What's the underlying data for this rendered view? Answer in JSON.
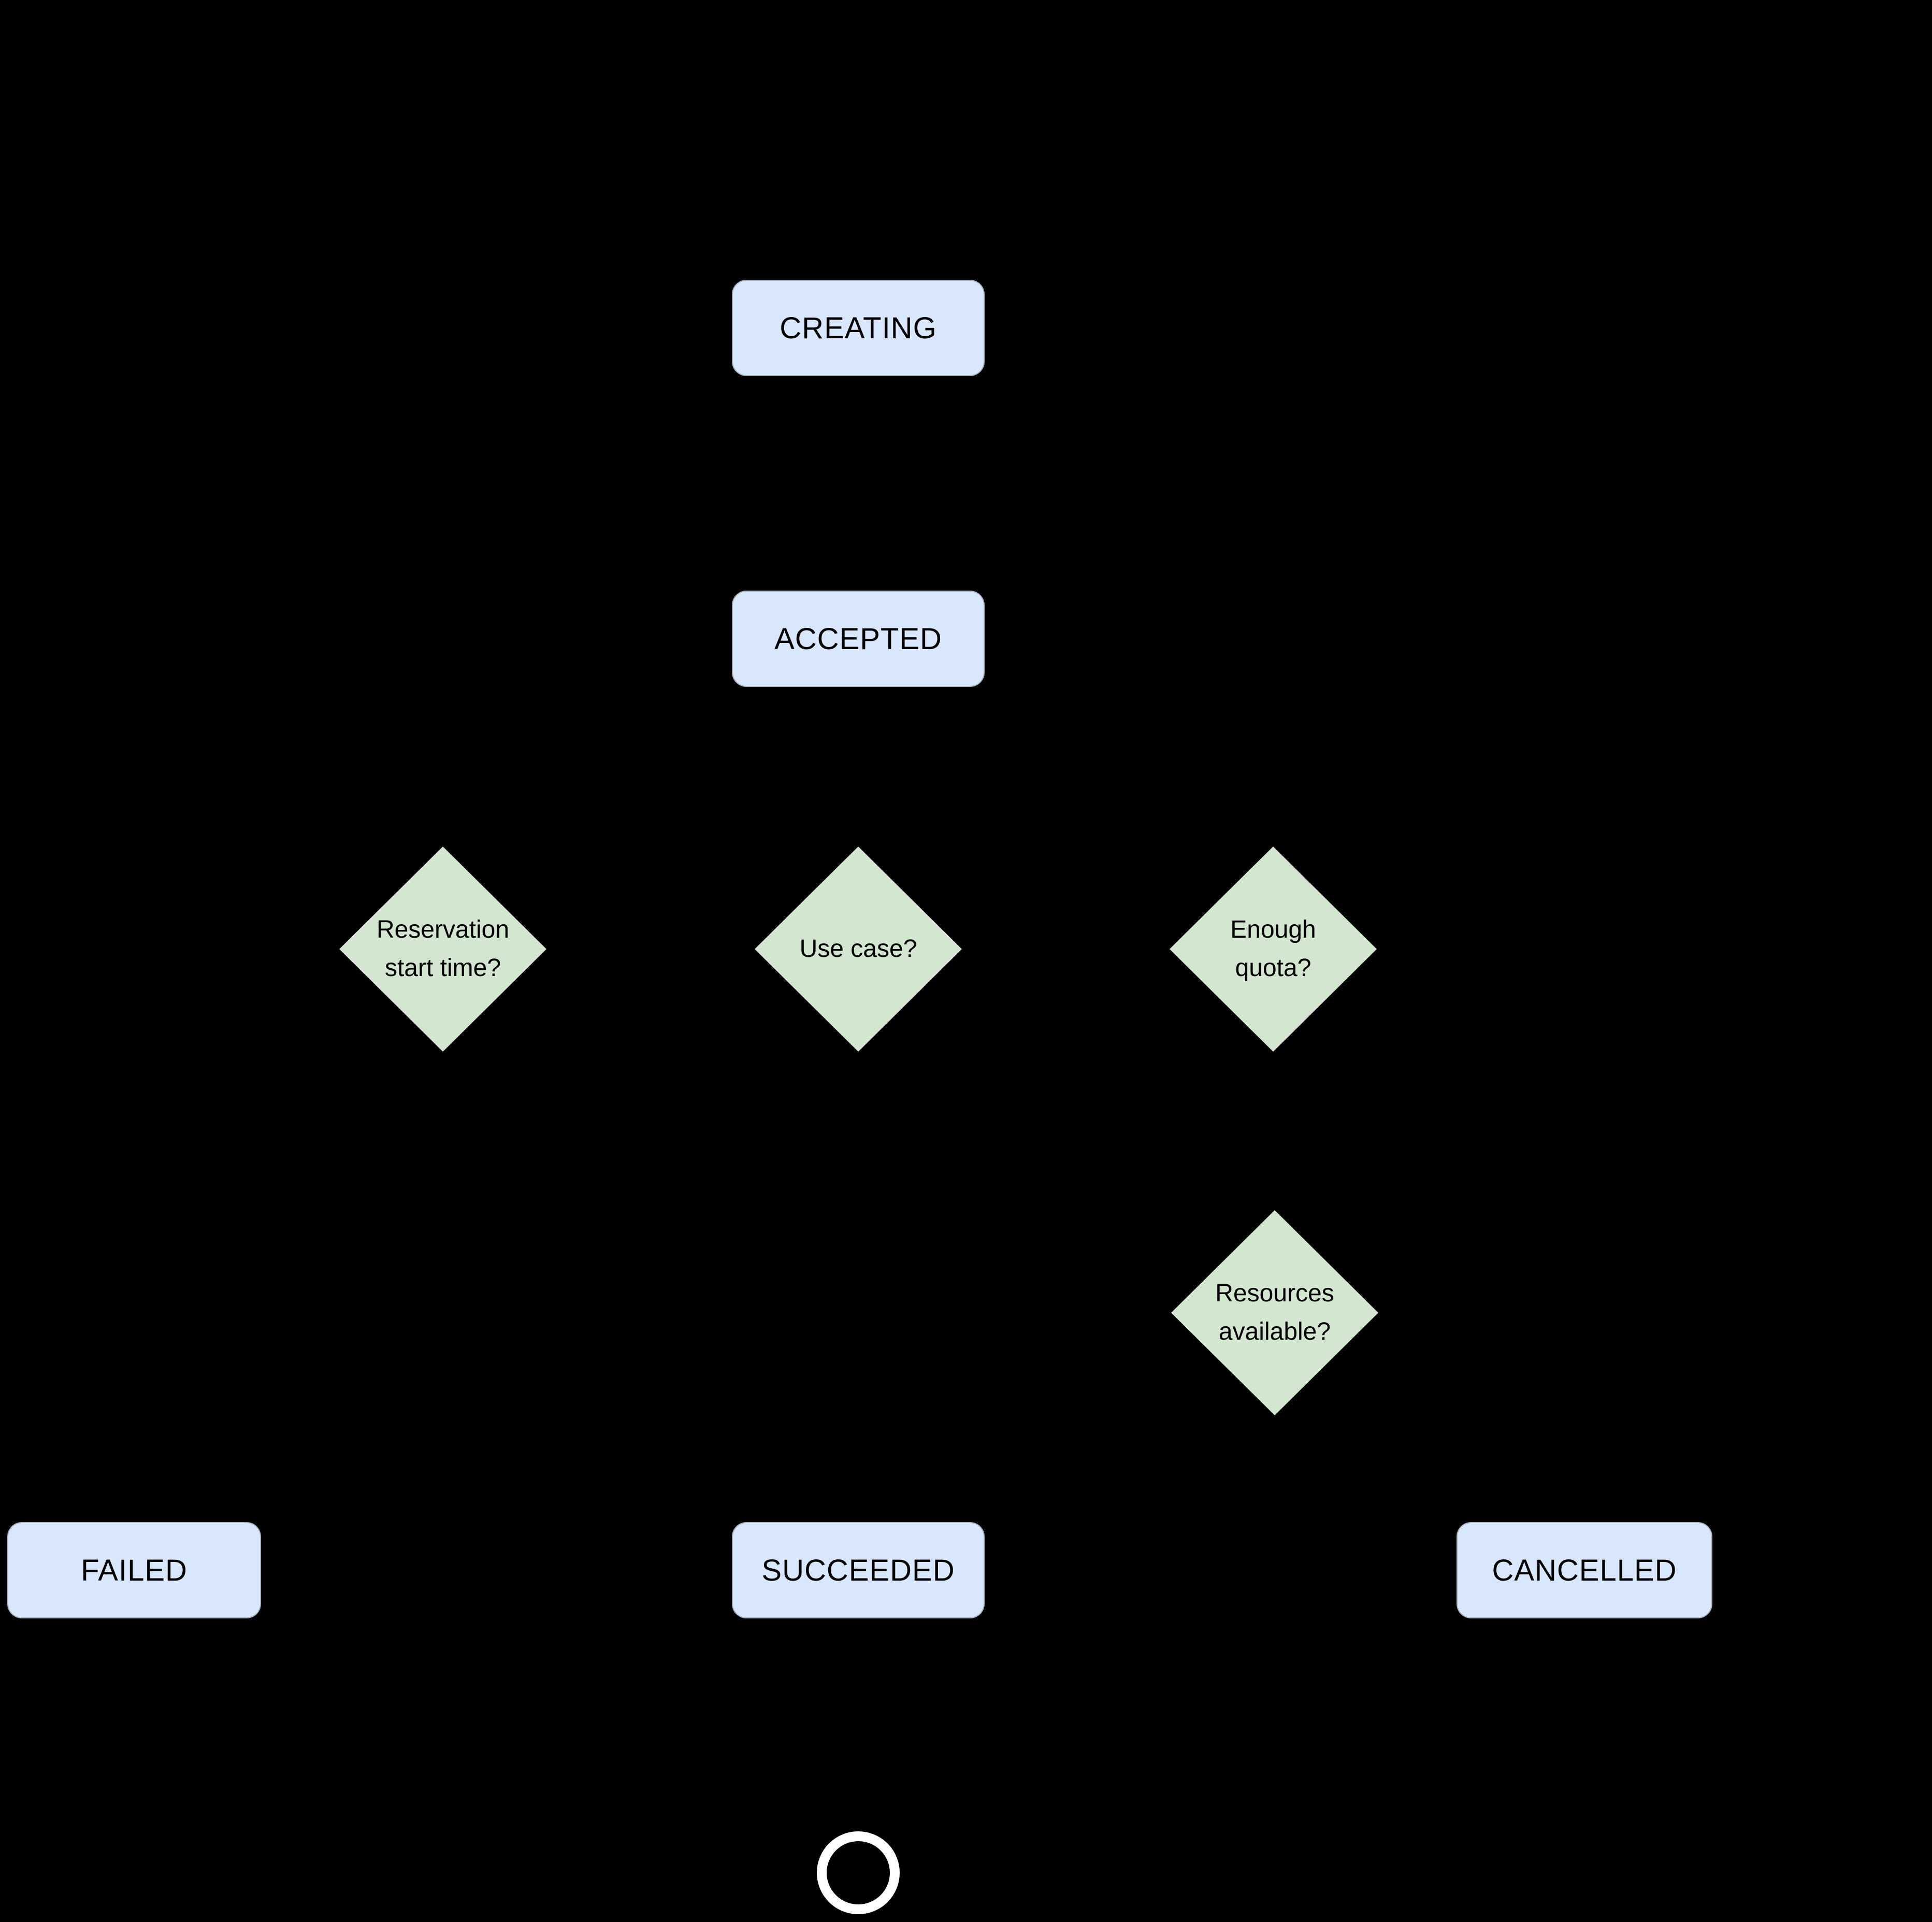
{
  "diagram": {
    "type": "state-flowchart",
    "background": "#000000",
    "colors": {
      "state_fill": "#d8e7fb",
      "decision_fill": "#d3e7d0",
      "node_text": "#000000",
      "end_circle_stroke": "#ffffff"
    },
    "states": {
      "creating": {
        "label": "CREATING"
      },
      "accepted": {
        "label": "ACCEPTED"
      },
      "failed": {
        "label": "FAILED"
      },
      "succeeded": {
        "label": "SUCCEEDED"
      },
      "cancelled": {
        "label": "CANCELLED"
      }
    },
    "decisions": {
      "reservation_start_time": {
        "lines": [
          "Reservation",
          "start time?"
        ]
      },
      "use_case": {
        "lines": [
          "Use case?"
        ]
      },
      "enough_quota": {
        "lines": [
          "Enough",
          "quota?"
        ]
      },
      "resources_available": {
        "lines": [
          "Resources",
          "available?"
        ]
      }
    },
    "end_state": {
      "kind": "final-state-circle"
    }
  }
}
